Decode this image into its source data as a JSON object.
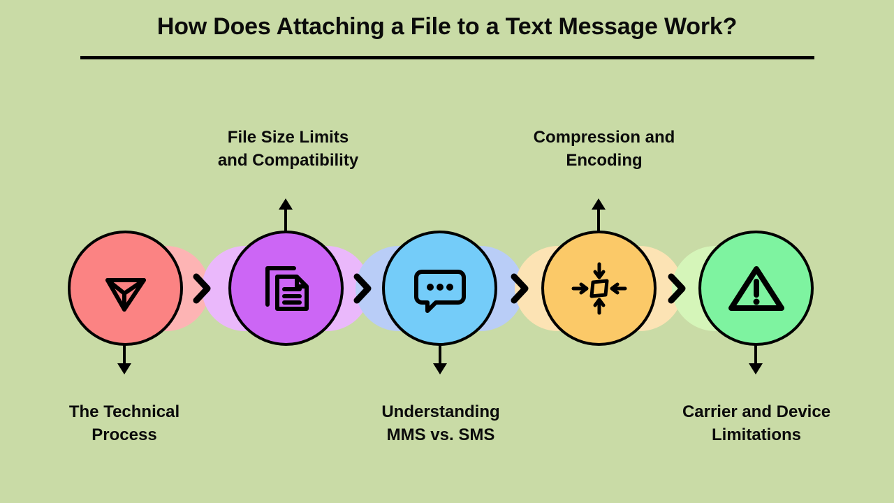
{
  "page": {
    "background_color": "#c9dba6",
    "title": "How Does Attaching a File to a Text Message Work?",
    "title_rule_color": "#000000"
  },
  "flow": {
    "separator_glyph": "chevron-right",
    "steps": [
      {
        "id": "step-1",
        "icon": "send-plane-icon",
        "circle_color": "#fb8383",
        "shadow_color": "#fdb4b4",
        "shadow_side": "right",
        "label": "The Technical\nProcess",
        "label_position": "bottom"
      },
      {
        "id": "step-2",
        "icon": "documents-copy-icon",
        "circle_color": "#cc66f5",
        "shadow_color": "#eab8fb",
        "shadow_side": "left",
        "label": "File Size Limits\nand Compatibility",
        "label_position": "top"
      },
      {
        "id": "step-3",
        "icon": "chat-bubble-dots-icon",
        "circle_color": "#74ccf9",
        "shadow_color": "#b9cdf7",
        "shadow_side": "left",
        "label": "Understanding\nMMS vs. SMS",
        "label_position": "bottom"
      },
      {
        "id": "step-4",
        "icon": "compress-arrows-icon",
        "circle_color": "#fbc968",
        "shadow_color": "#fce3b4",
        "shadow_side": "left",
        "label": "Compression and\nEncoding",
        "label_position": "top"
      },
      {
        "id": "step-5",
        "icon": "warning-triangle-icon",
        "circle_color": "#7ef3a0",
        "shadow_color": "#d5f5b9",
        "shadow_side": "left",
        "label": "Carrier and Device\nLimitations",
        "label_position": "bottom"
      }
    ]
  }
}
